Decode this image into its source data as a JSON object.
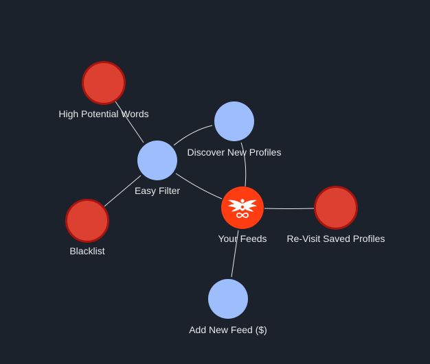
{
  "colors": {
    "background": "#1b222c",
    "edge": "#e6e6e6",
    "blue_node": "#9dbdfc",
    "red_node_fill": "#db4030",
    "red_node_border": "#a8140e",
    "logo_node": "#ff3c12"
  },
  "nodes": [
    {
      "id": "high-potential-words",
      "label": "High Potential Words",
      "kind": "red"
    },
    {
      "id": "discover-new-profiles",
      "label": "Discover New Profiles",
      "kind": "blue"
    },
    {
      "id": "easy-filter",
      "label": "Easy Filter",
      "kind": "blue"
    },
    {
      "id": "blacklist",
      "label": "Blacklist",
      "kind": "red"
    },
    {
      "id": "your-feeds",
      "label": "Your Feeds",
      "kind": "logo",
      "icon": "winged-logo-icon"
    },
    {
      "id": "re-visit-saved-profiles",
      "label": "Re-Visit Saved Profiles",
      "kind": "red"
    },
    {
      "id": "add-new-feed",
      "label": "Add New Feed ($)",
      "kind": "blue"
    }
  ],
  "edges": [
    [
      "high-potential-words",
      "easy-filter"
    ],
    [
      "easy-filter",
      "discover-new-profiles"
    ],
    [
      "easy-filter",
      "blacklist"
    ],
    [
      "easy-filter",
      "your-feeds"
    ],
    [
      "discover-new-profiles",
      "your-feeds"
    ],
    [
      "your-feeds",
      "re-visit-saved-profiles"
    ],
    [
      "your-feeds",
      "add-new-feed"
    ]
  ]
}
